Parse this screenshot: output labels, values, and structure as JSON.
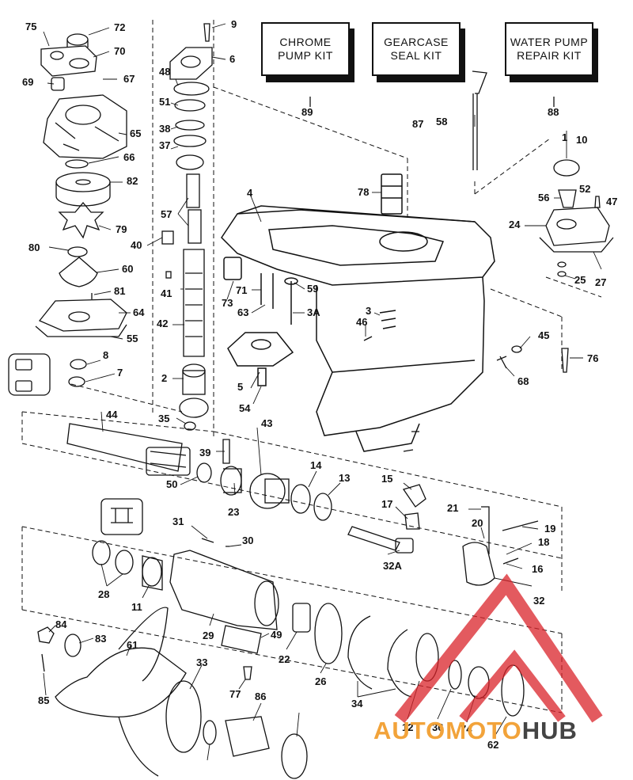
{
  "kits": {
    "chrome": "CHROME\nPUMP KIT",
    "gearcase": "GEARCASE\nSEAL KIT",
    "water": "WATER PUMP\nREPAIR KIT"
  },
  "labels": [
    "75",
    "72",
    "70",
    "69",
    "67",
    "65",
    "66",
    "82",
    "79",
    "80",
    "60",
    "81",
    "64",
    "55",
    "8",
    "7",
    "9",
    "6",
    "48",
    "51",
    "38",
    "37",
    "57",
    "40",
    "41",
    "42",
    "2",
    "35",
    "89",
    "88",
    "87",
    "58",
    "1",
    "10",
    "52",
    "47",
    "56",
    "24",
    "25",
    "27",
    "4",
    "78",
    "71",
    "59",
    "73",
    "63",
    "3A",
    "3",
    "46",
    "45",
    "68",
    "76",
    "5",
    "54",
    "43",
    "44",
    "39",
    "50",
    "23",
    "14",
    "13",
    "15",
    "17",
    "21",
    "20",
    "19",
    "18",
    "16",
    "32",
    "32A",
    "31",
    "30",
    "28",
    "11",
    "29",
    "49",
    "22",
    "26",
    "34",
    "12",
    "36",
    "74",
    "62",
    "84",
    "83",
    "61",
    "33",
    "85",
    "77",
    "86"
  ],
  "watermark": {
    "part1": "AUTOMOTO",
    "part2": "HUB"
  },
  "colors": {
    "ink": "#111111",
    "wm_orange": "#f2a33a",
    "wm_red": "#d9232a",
    "wm_gray": "#444444"
  }
}
